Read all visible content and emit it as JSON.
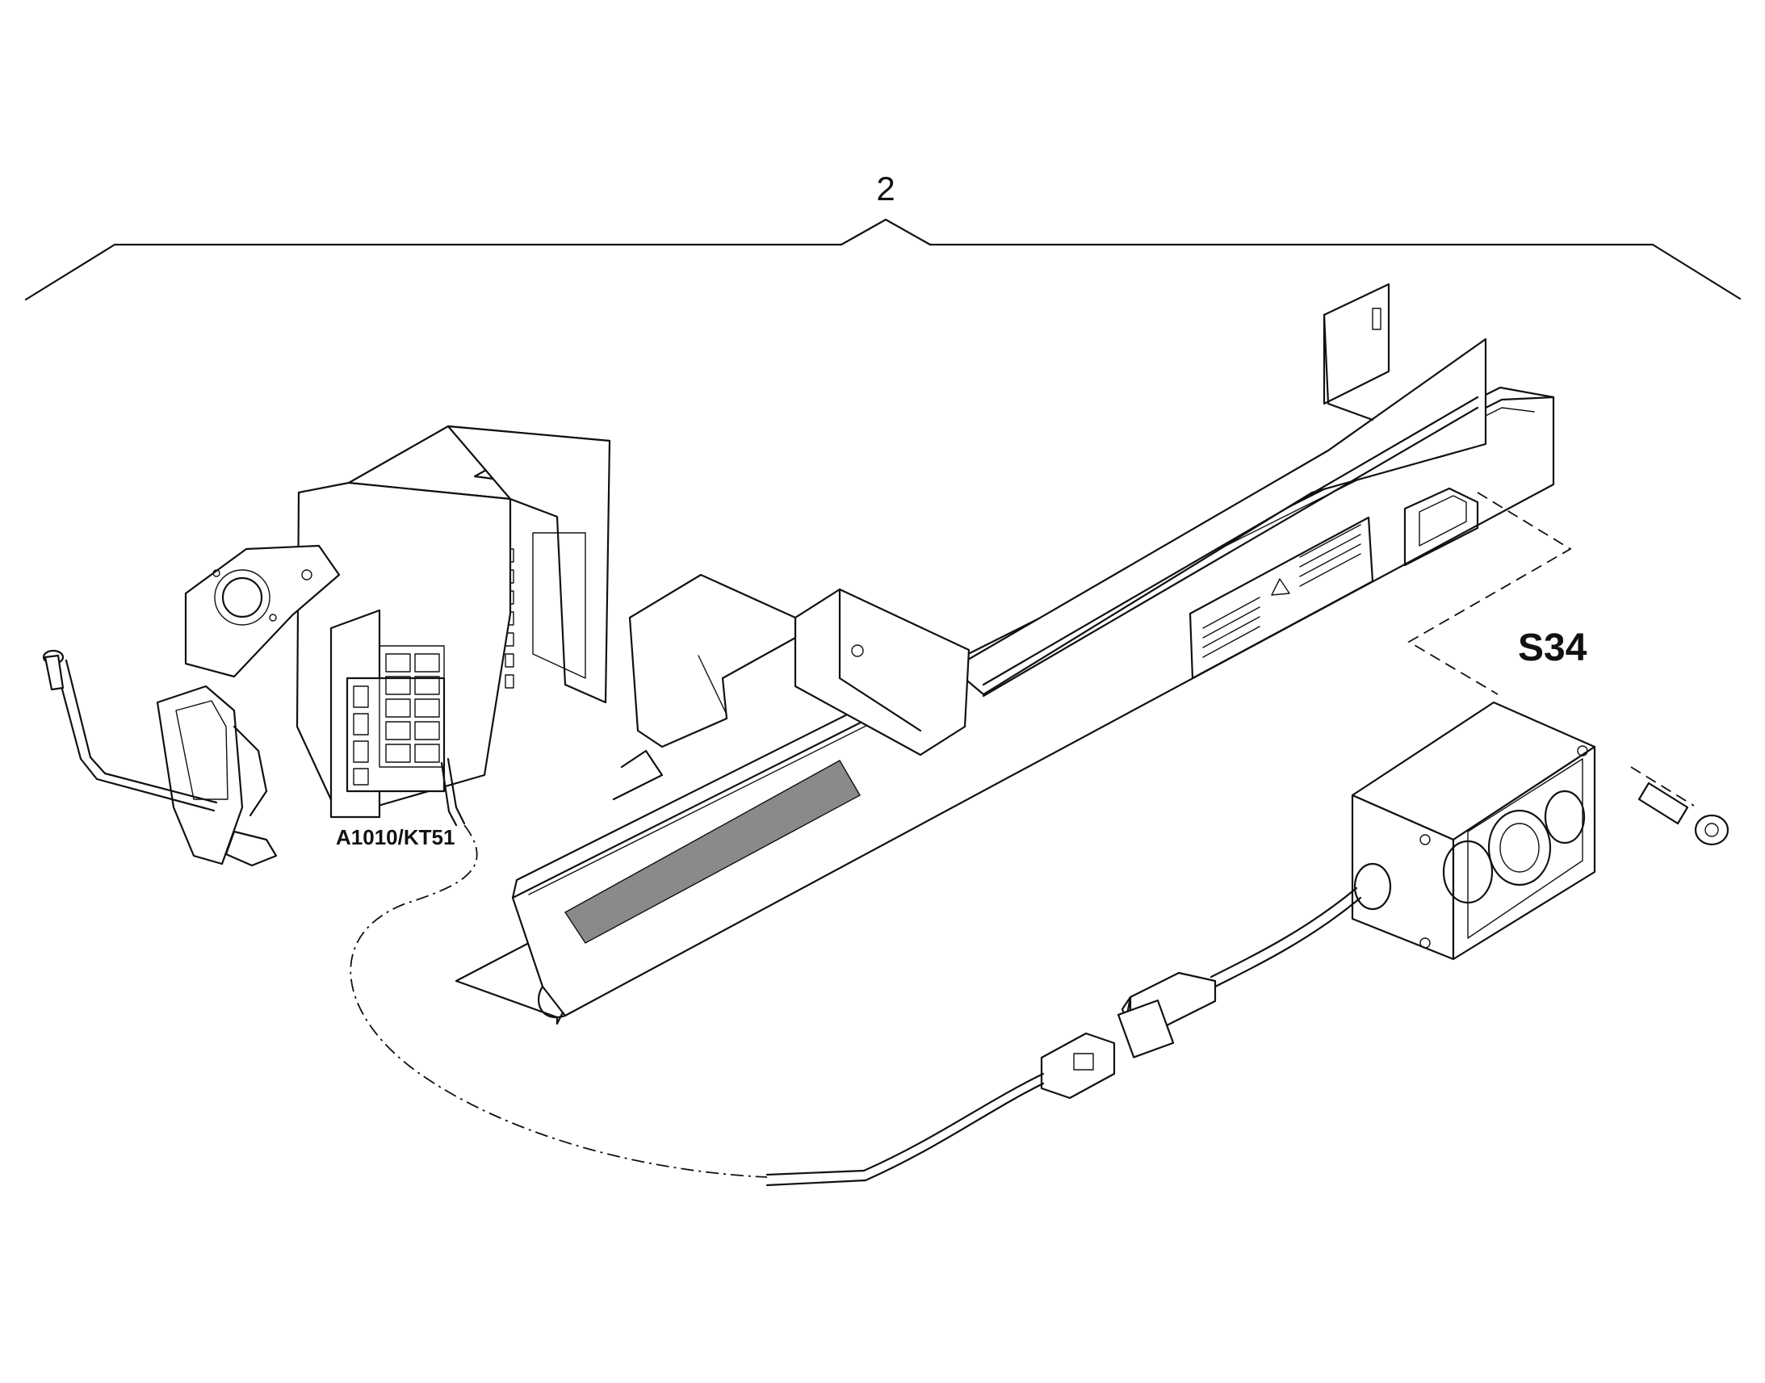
{
  "labels": {
    "assembly": "2",
    "control_unit": "A1010/KT51",
    "switch_box": "S34"
  },
  "colors": {
    "line": "#111111",
    "grey_strip": "#8a8a8a",
    "background": "#ffffff"
  }
}
